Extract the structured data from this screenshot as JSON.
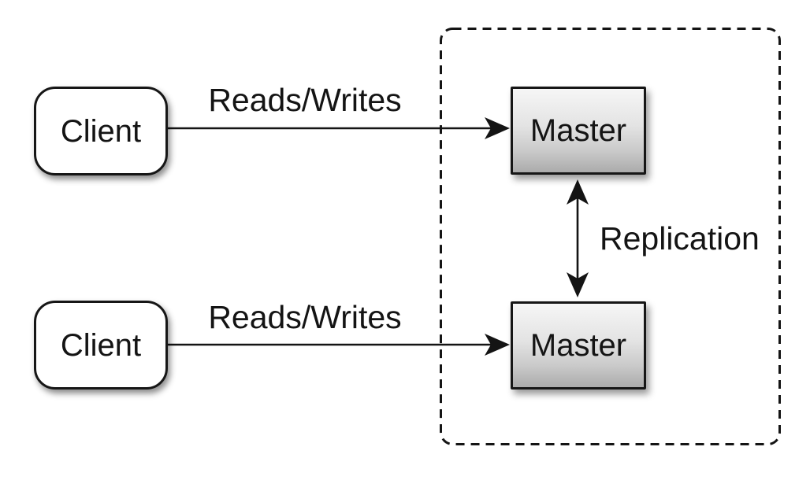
{
  "diagram": {
    "nodes": {
      "clients": [
        {
          "label": "Client"
        },
        {
          "label": "Client"
        }
      ],
      "masters": [
        {
          "label": "Master"
        },
        {
          "label": "Master"
        }
      ]
    },
    "edges": [
      {
        "id": "reads-writes-top",
        "label": "Reads/Writes",
        "from": "client-top",
        "to": "master-top",
        "direction": "one-way"
      },
      {
        "id": "reads-writes-bottom",
        "label": "Reads/Writes",
        "from": "client-bottom",
        "to": "master-bottom",
        "direction": "one-way"
      },
      {
        "id": "replication",
        "label": "Replication",
        "from": "master-top",
        "to": "master-bottom",
        "direction": "two-way"
      }
    ],
    "boundary": {
      "style": "dashed",
      "encloses": [
        "master-top",
        "master-bottom"
      ]
    },
    "colors": {
      "background": "#ffffff",
      "line": "#141414",
      "node_border": "#161616",
      "client_fill": "#ffffff",
      "master_gradient_top": "#f6f6f6",
      "master_gradient_bottom": "#ababab",
      "text": "#141414"
    }
  }
}
